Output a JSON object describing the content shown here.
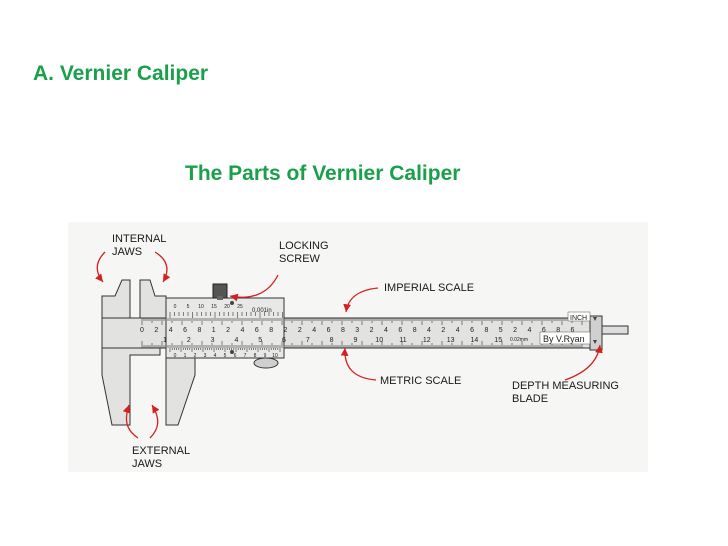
{
  "slide": {
    "title": "A. Vernier Caliper"
  },
  "diagram": {
    "title": "The Parts of Vernier Caliper",
    "labels": {
      "internal_jaws": "INTERNAL\nJAWS",
      "locking_screw": "LOCKING\nSCREW",
      "imperial_scale": "IMPERIAL SCALE",
      "metric_scale": "METRIC SCALE",
      "depth_blade": "DEPTH MEASURING\nBLADE",
      "external_jaws": "EXTERNAL\nJAWS"
    },
    "scale": {
      "inch_marker": "INCH",
      "author": "By V.Ryan",
      "vernier_inch_label": "0.001in",
      "vernier_mm_label": "0.02mm",
      "imperial_digits": [
        "0",
        "2",
        "4",
        "6",
        "8",
        "1",
        "2",
        "4",
        "6",
        "8",
        "2",
        "2",
        "4",
        "6",
        "8",
        "3",
        "2",
        "4",
        "6",
        "8",
        "4",
        "2",
        "4",
        "6",
        "8",
        "5",
        "2",
        "4",
        "6",
        "8",
        "6"
      ],
      "metric_numbers": [
        "1",
        "2",
        "3",
        "4",
        "5",
        "6",
        "7",
        "8",
        "9",
        "10",
        "11",
        "12",
        "13",
        "14",
        "15"
      ],
      "vernier_top_numbers": [
        "0",
        "5",
        "10",
        "15",
        "20",
        "25"
      ],
      "vernier_bottom_numbers": [
        "0",
        "1",
        "2",
        "3",
        "4",
        "5",
        "6",
        "7",
        "8",
        "9",
        "10"
      ]
    },
    "colors": {
      "title": "#1a9f4a",
      "arrow": "#d42020",
      "body": "#e2e2e0"
    }
  }
}
